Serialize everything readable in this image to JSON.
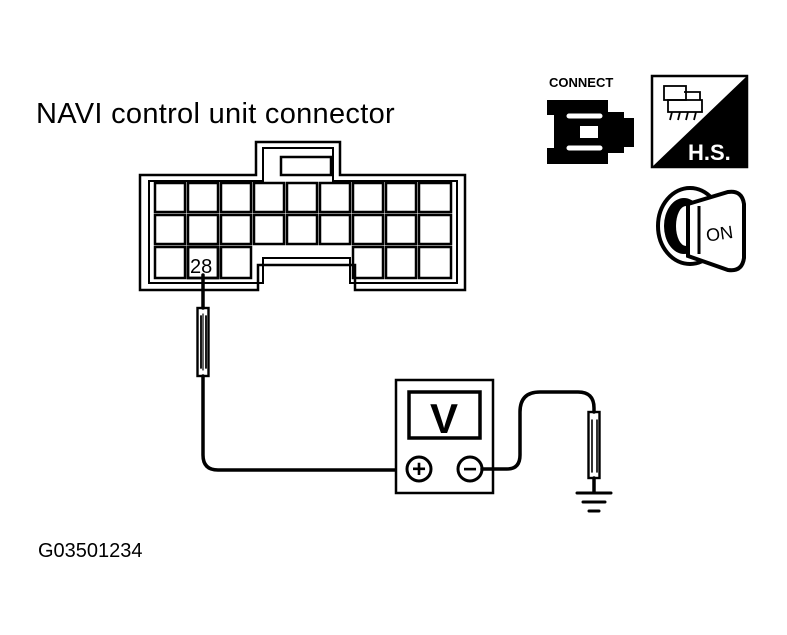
{
  "title": "NAVI control unit connector",
  "figure_id": "G03501234",
  "connector": {
    "terminal_number": "28"
  },
  "meter": {
    "symbol": "V",
    "positive": "+",
    "negative": "−"
  },
  "icons": {
    "connect": {
      "label": "CONNECT"
    },
    "harness": {
      "label": "H.S."
    },
    "ignition": {
      "label": "ON"
    }
  }
}
